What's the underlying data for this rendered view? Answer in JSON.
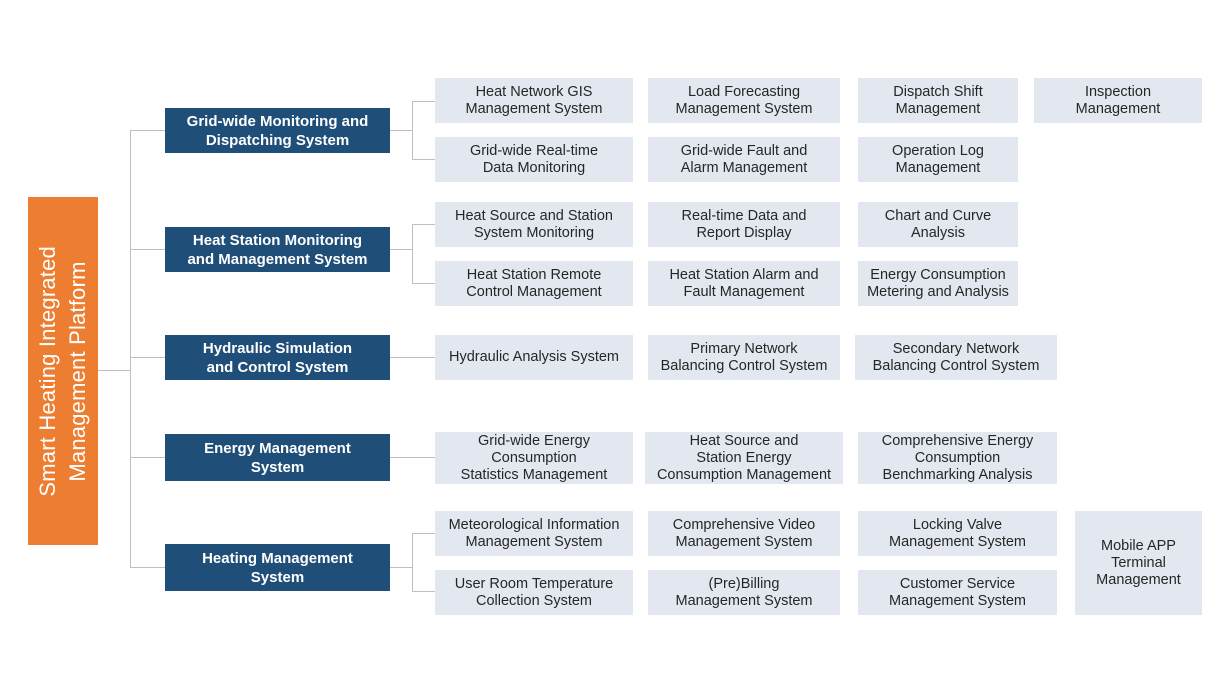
{
  "diagram": {
    "title_lines": "Smart Heating Integrated\nManagement Platform",
    "colors": {
      "root": "#ED7D31",
      "level2": "#1F4E79",
      "level3": "#E3E8F0",
      "connector": "#BFBFBF",
      "text_light": "#FFFFFF",
      "text_dark": "#262626",
      "background": "#FFFFFF"
    },
    "root": {
      "label": "Smart Heating Integrated Management Platform"
    },
    "branches": [
      {
        "id": "grid-wide-monitoring-and-dispatching-system",
        "label": "Grid-wide Monitoring and\nDispatching System",
        "children_rows": [
          [
            "Heat Network GIS\nManagement System",
            "Load Forecasting\nManagement System",
            "Dispatch Shift\nManagement",
            "Inspection\nManagement"
          ],
          [
            "Grid-wide Real-time\nData Monitoring",
            "Grid-wide Fault and\nAlarm Management",
            "Operation Log\nManagement"
          ]
        ]
      },
      {
        "id": "heat-station-monitoring-and-management-system",
        "label": "Heat Station Monitoring\nand Management System",
        "children_rows": [
          [
            "Heat Source and Station\nSystem Monitoring",
            "Real-time Data and\nReport Display",
            "Chart and Curve\nAnalysis"
          ],
          [
            "Heat Station Remote\nControl Management",
            "Heat Station Alarm and\nFault Management",
            "Energy Consumption\nMetering and Analysis"
          ]
        ]
      },
      {
        "id": "hydraulic-simulation-and-control-system",
        "label": "Hydraulic Simulation\nand Control System",
        "children_rows": [
          [
            "Hydraulic Analysis System",
            "Primary Network\nBalancing Control System",
            "Secondary Network\nBalancing Control System"
          ]
        ]
      },
      {
        "id": "energy-management-system",
        "label": "Energy Management\nSystem",
        "children_rows": [
          [
            "Grid-wide Energy\nConsumption\nStatistics Management",
            "Heat Source and\nStation Energy\nConsumption Management",
            "Comprehensive Energy\nConsumption\nBenchmarking Analysis"
          ]
        ]
      },
      {
        "id": "heating-management-system",
        "label": "Heating Management\nSystem",
        "children_rows": [
          [
            "Meteorological Information\nManagement System",
            "Comprehensive Video\nManagement System",
            "Locking Valve\nManagement System"
          ],
          [
            "User Room Temperature\nCollection System",
            "(Pre)Billing\nManagement System",
            "Customer Service\nManagement System"
          ]
        ],
        "side_child": "Mobile APP\nTerminal\nManagement"
      }
    ]
  }
}
